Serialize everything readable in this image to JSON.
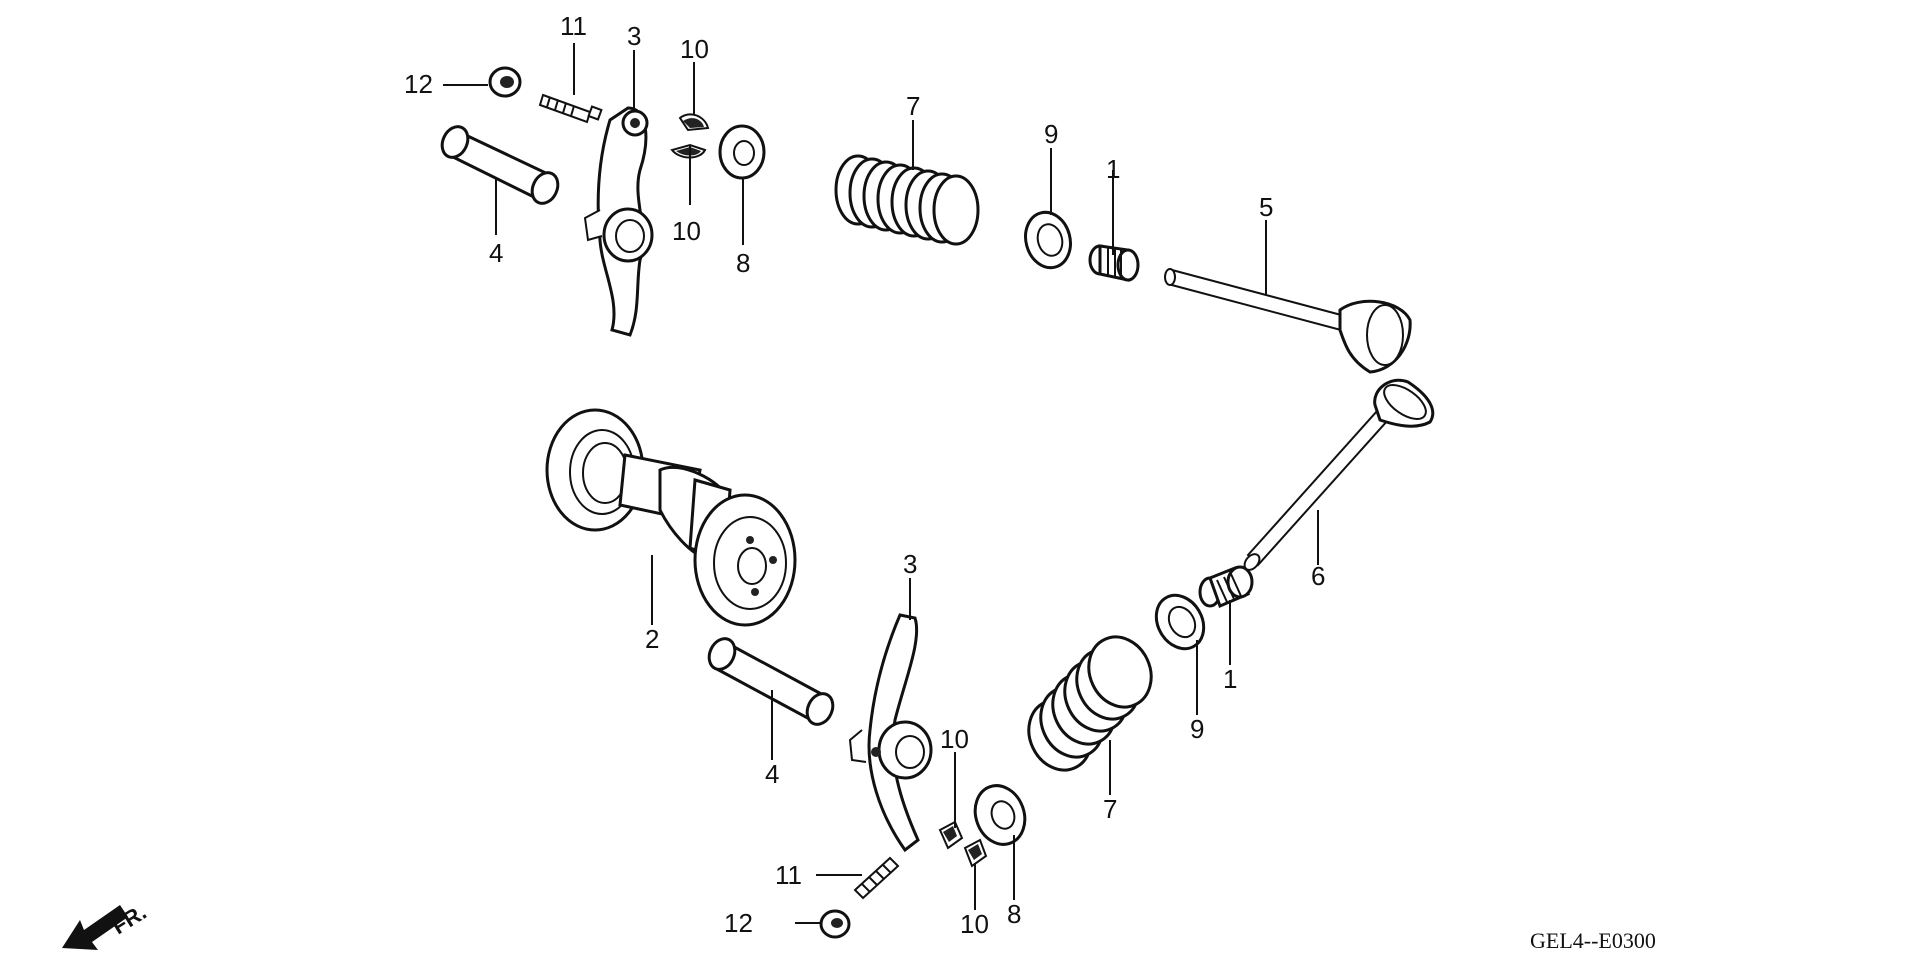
{
  "callouts": {
    "upper": {
      "n12": "12",
      "n11": "11",
      "n3": "3",
      "n10a": "10",
      "n10b": "10",
      "n4": "4",
      "n8": "8",
      "n7": "7",
      "n9": "9",
      "n1": "1",
      "n5": "5"
    },
    "lower": {
      "n2": "2",
      "n3": "3",
      "n4": "4",
      "n6": "6",
      "n1": "1",
      "n9": "9",
      "n7": "7",
      "n10a": "10",
      "n10b": "10",
      "n8": "8",
      "n11": "11",
      "n12": "12"
    }
  },
  "front_marker": {
    "label": "FR.",
    "icon": "arrow-down-left-icon"
  },
  "diagram_code": "GEL4--E0300"
}
